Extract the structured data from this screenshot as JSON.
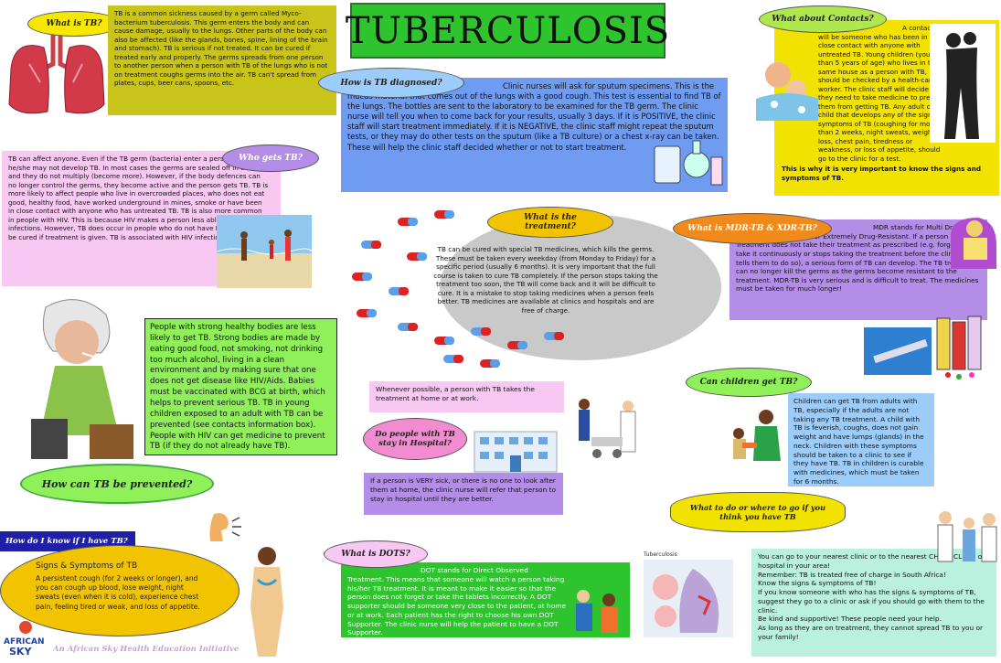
{
  "title": "TUBERCULOSIS",
  "what_is_tb": {
    "heading": "What is TB?",
    "body": "TB is a common sickness caused by a germ called Myco-bacterium tuberculosis. This germ enters the body and can cause damage, usually to the lungs. Other parts of the body can also be affected (like the glands, bones, spine, lining of the brain and stomach). TB is serious if not treated. It can be cured if treated early and properly. The germs spreads from one person to another person when a person with TB of the lungs who is not on treatment coughs germs into the air. TB can't spread from plates, cups, beer cans, spoons, etc."
  },
  "who_gets_tb": {
    "heading": "Who gets TB?",
    "body": "TB can affect anyone. Even if the TB germ (bacteria) enter a person's body, he/she may not develop TB. In most cases the germs are sealed off in the body and they do not multiply (become more). However, if the body defences can no longer control the germs, they become active and the person gets TB. TB is more likely to affect people who live in overcrowded places, who does not eat good, healthy food, have worked underground in mines, smoke or have been in close contact with anyone who has untreated TB. TB is also more common in people with HIV. This is because HIV makes a person less able to fight infections. However, TB does occur in people who do not have HIV. All TB can be cured if treatment is given. TB is associated with HIV infection."
  },
  "diagnosed": {
    "heading": "How is TB diagnosed?",
    "body": "Clinic nurses will ask for sputum specimens. This is the mucus material that comes out of the lungs with a good cough. This test is essential to find TB of the lungs. The bottles are sent to the laboratory to be examined for the TB germ. The clinic nurse will tell you when to come back for your results, usually 3 days. If it is POSITIVE, the clinic staff will start treatment immediately. If it is NEGATIVE, the clinic staff might repeat the sputum tests, or they may do other tests on the sputum (like a TB culture) or a chest x-ray can be taken. These will help the clinic staff decided whether or not to start treatment."
  },
  "contacts": {
    "heading": "What about Contacts?",
    "body": "A contact will be someone who has been in close contact with anyone with untreated TB. Young children (younger than 5 years of age) who lives in the same house as a person with TB, should be checked by a health-care worker. The clinic staff will decide if they need to take medicine to prevent them from getting TB. Any adult or child that develops any of the signs or symptoms of TB (coughing for more than 2 weeks, night sweats, weight loss, chest pain, tiredness or weakness, or loss of appetite, should go to the clinic for a test.",
    "emphasis": "This is why it is very important to know the signs and symptoms of TB."
  },
  "treatment": {
    "heading": "What is the treatment?",
    "body": "TB can be cured with special TB medicines, which kills the germs. These must be taken every weekday (from Monday to Friday) for a specific period (usually 6 months). It is very important that the full course is taken to cure TB completely. If the person stops taking the treatment too soon, the TB will come back and it will be difficult to cure. It is a mistake to stop taking medicines when a person feels better. TB medicines are available at clinics and hospitals and are free of charge."
  },
  "mdr": {
    "heading": "What is MDR-TB & XDR-TB?",
    "body": "MDR stands for Multi Drug Resistant. XDR stands for Extremely Drug-Resistant. If a person on TB Treatment does not take their treatment as prescribed (e.g. forgets to take it continuously or stops taking the treatment before the clinic staff tells them to do so), a serious form of TB can develop. The TB treatment can no longer kill the germs as the germs become resistant to the treatment. MDR-TB is very serious and is difficult to treat. The medicines must be taken for much longer!"
  },
  "prevented": {
    "heading": "How can TB be prevented?",
    "body": "People with strong healthy bodies are less likely to get TB. Strong bodies are made by eating good food, not smoking, not drinking too much alcohol, living in a clean environment and by making sure that one does not get disease like HIV/Aids. Babies must be vaccinated with BCG at birth, which helps to prevent serious TB. TB in young children exposed to an adult with TB can be prevented (see contacts information box). People with HIV can get medicine to prevent TB (if they do not already have TB)."
  },
  "home_treatment": "Whenever possible, a person with TB takes the treatment at home or at work.",
  "hospital": {
    "heading": "Do people with TB stay in Hospital?",
    "body": "If a person is VERY sick, or there is no one to look after them at home, the clinic nurse will refer that person to stay in hospital until they are better."
  },
  "children": {
    "heading": "Can children get TB?",
    "body": "Children can get TB from adults with TB, especially if the adults are not taking any TB treatment. A child with TB is feverish, coughs, does not gain weight and have lumps (glands) in the neck. Children with these symptoms should be taken to a clinic to see if they have TB. TB in children is curable with medicines, which must be taken for 6 months."
  },
  "know": {
    "heading": "How do I know if I have TB?",
    "subheading": "Signs & Symptoms of TB",
    "body": "A persistent cough (for 2 weeks or longer), and you can cough up blood, lose weight, night sweats (even when it is cold), experience chest pain, feeling tired or weak, and loss of appetite."
  },
  "dots": {
    "heading": "What is DOTS?",
    "body": "DOT stands for Direct Observed Treatment. This means that someone will watch a person taking his/her TB treatment. It is meant to make it easier so that the person does not forget or take the tablets incorrectly. A DOT supporter should be someone very close to the patient, at home or at work. Each patient has the right to choose his own DOT Supporter. The clinic nurse will help the patient to have a DOT Supporter."
  },
  "where_to_go": {
    "heading": "What to do or where to go if you think you have TB",
    "line1": "You can go to your nearest clinic or to the nearest CHEST CLINIC or hospital in your area!",
    "line2": "Remember: TB is treated free of charge in South Africa!",
    "line3": "Know the signs & symptoms of TB!",
    "line4": "If you know someone with who has the signs & symptoms of TB, suggest they go to a clinic or ask if you should go with them to the clinic.",
    "line5": "Be kind and supportive! These people need your help.",
    "line6": "As long as they are on treatment, they cannot spread TB to you or your family!"
  },
  "tb_diagram_label": "Tuberculosis",
  "logo_text": "AFRICAN SKY",
  "footer": "An African Sky Health Education Initiative",
  "colors": {
    "yellow": "#f2e200",
    "olive": "#c9c41a",
    "pink": "#f7c8f2",
    "blue": "#6f9cf0",
    "green": "#2ec42e",
    "lime": "#8ff05a",
    "purple": "#b48de8",
    "orange": "#f08a1a",
    "grey": "#c9c9c9",
    "teal": "#b9f0de"
  }
}
